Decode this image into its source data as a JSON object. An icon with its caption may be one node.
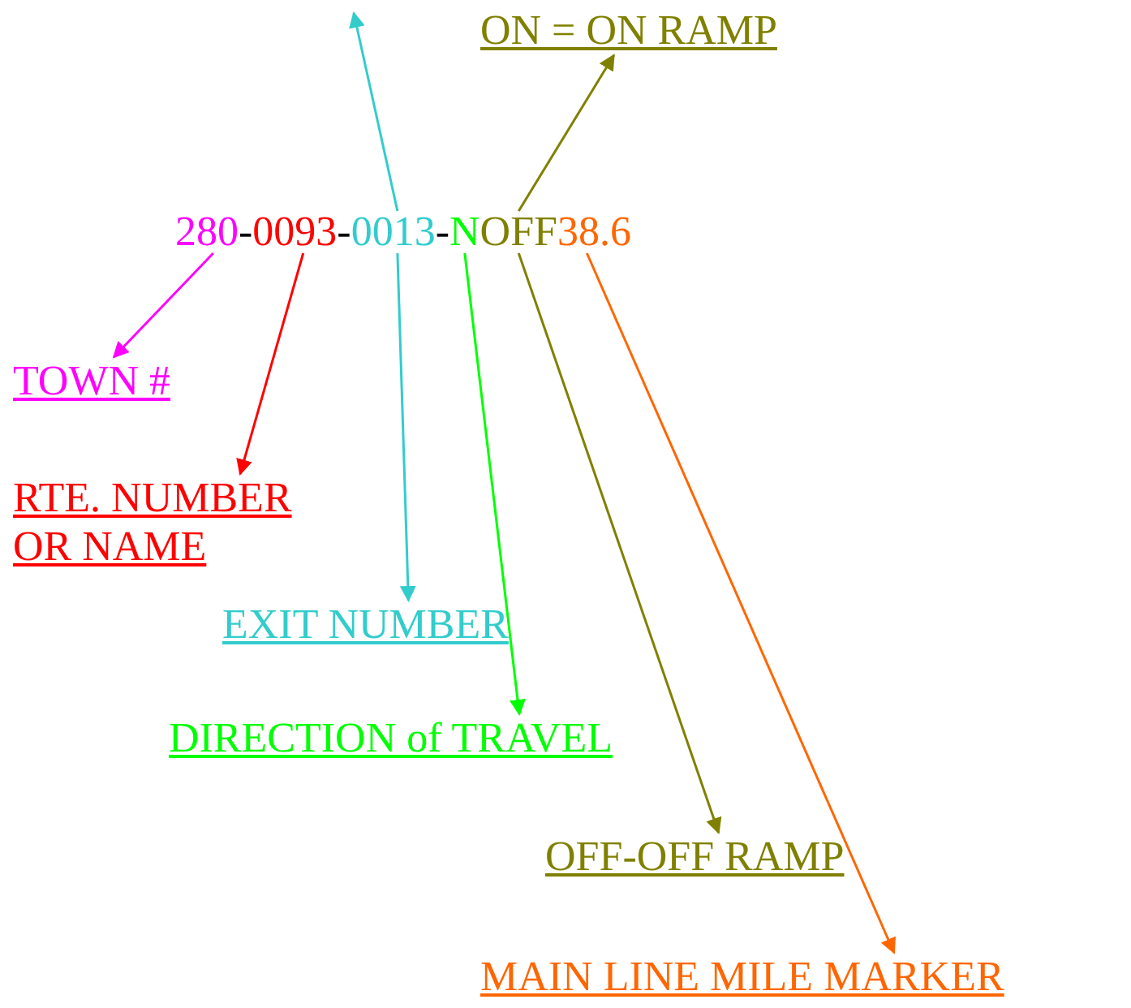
{
  "diagram": {
    "nodes": [
      {
        "text": [
          "ON = ON RAMP"
        ]
      },
      {
        "text": [
          "280"
        ]
      },
      {
        "text": [
          "0093"
        ]
      },
      {
        "text": [
          "0013"
        ]
      },
      {
        "text": [
          "N"
        ]
      },
      {
        "text": [
          "OFF"
        ]
      },
      {
        "text": [
          "38.6"
        ]
      },
      {
        "text": [
          "TOWN #"
        ]
      },
      {
        "text": [
          "RTE. NUMBER OR NAME"
        ]
      },
      {
        "text": [
          "EXIT NUMBER"
        ]
      },
      {
        "text": [
          "DIRECTION of TRAVEL"
        ]
      },
      {
        "text": [
          "OFF-OFF RAMP"
        ]
      },
      {
        "text": [
          "MAIN LINE MILE MARKER"
        ]
      }
    ],
    "edges": [
      {
        "from": 1,
        "to": 7,
        "arrow": "to",
        "color": "#ff00ff"
      },
      {
        "from": 2,
        "to": 8,
        "arrow": "to",
        "color": "#ff0000"
      },
      {
        "from": 3,
        "to": null,
        "arrow": "to",
        "color": "#33cccc"
      },
      {
        "from": 3,
        "to": 9,
        "arrow": "to",
        "color": "#33cccc"
      },
      {
        "from": 4,
        "to": 10,
        "arrow": "to",
        "color": "#00ff00"
      },
      {
        "from": 5,
        "to": 0,
        "arrow": "to",
        "color": "#808000"
      },
      {
        "from": 5,
        "to": 11,
        "arrow": "to",
        "color": "#808000"
      },
      {
        "from": 6,
        "to": 12,
        "arrow": "to",
        "color": "#ff6600"
      }
    ],
    "labels": [
      "-",
      "-",
      "-"
    ]
  }
}
